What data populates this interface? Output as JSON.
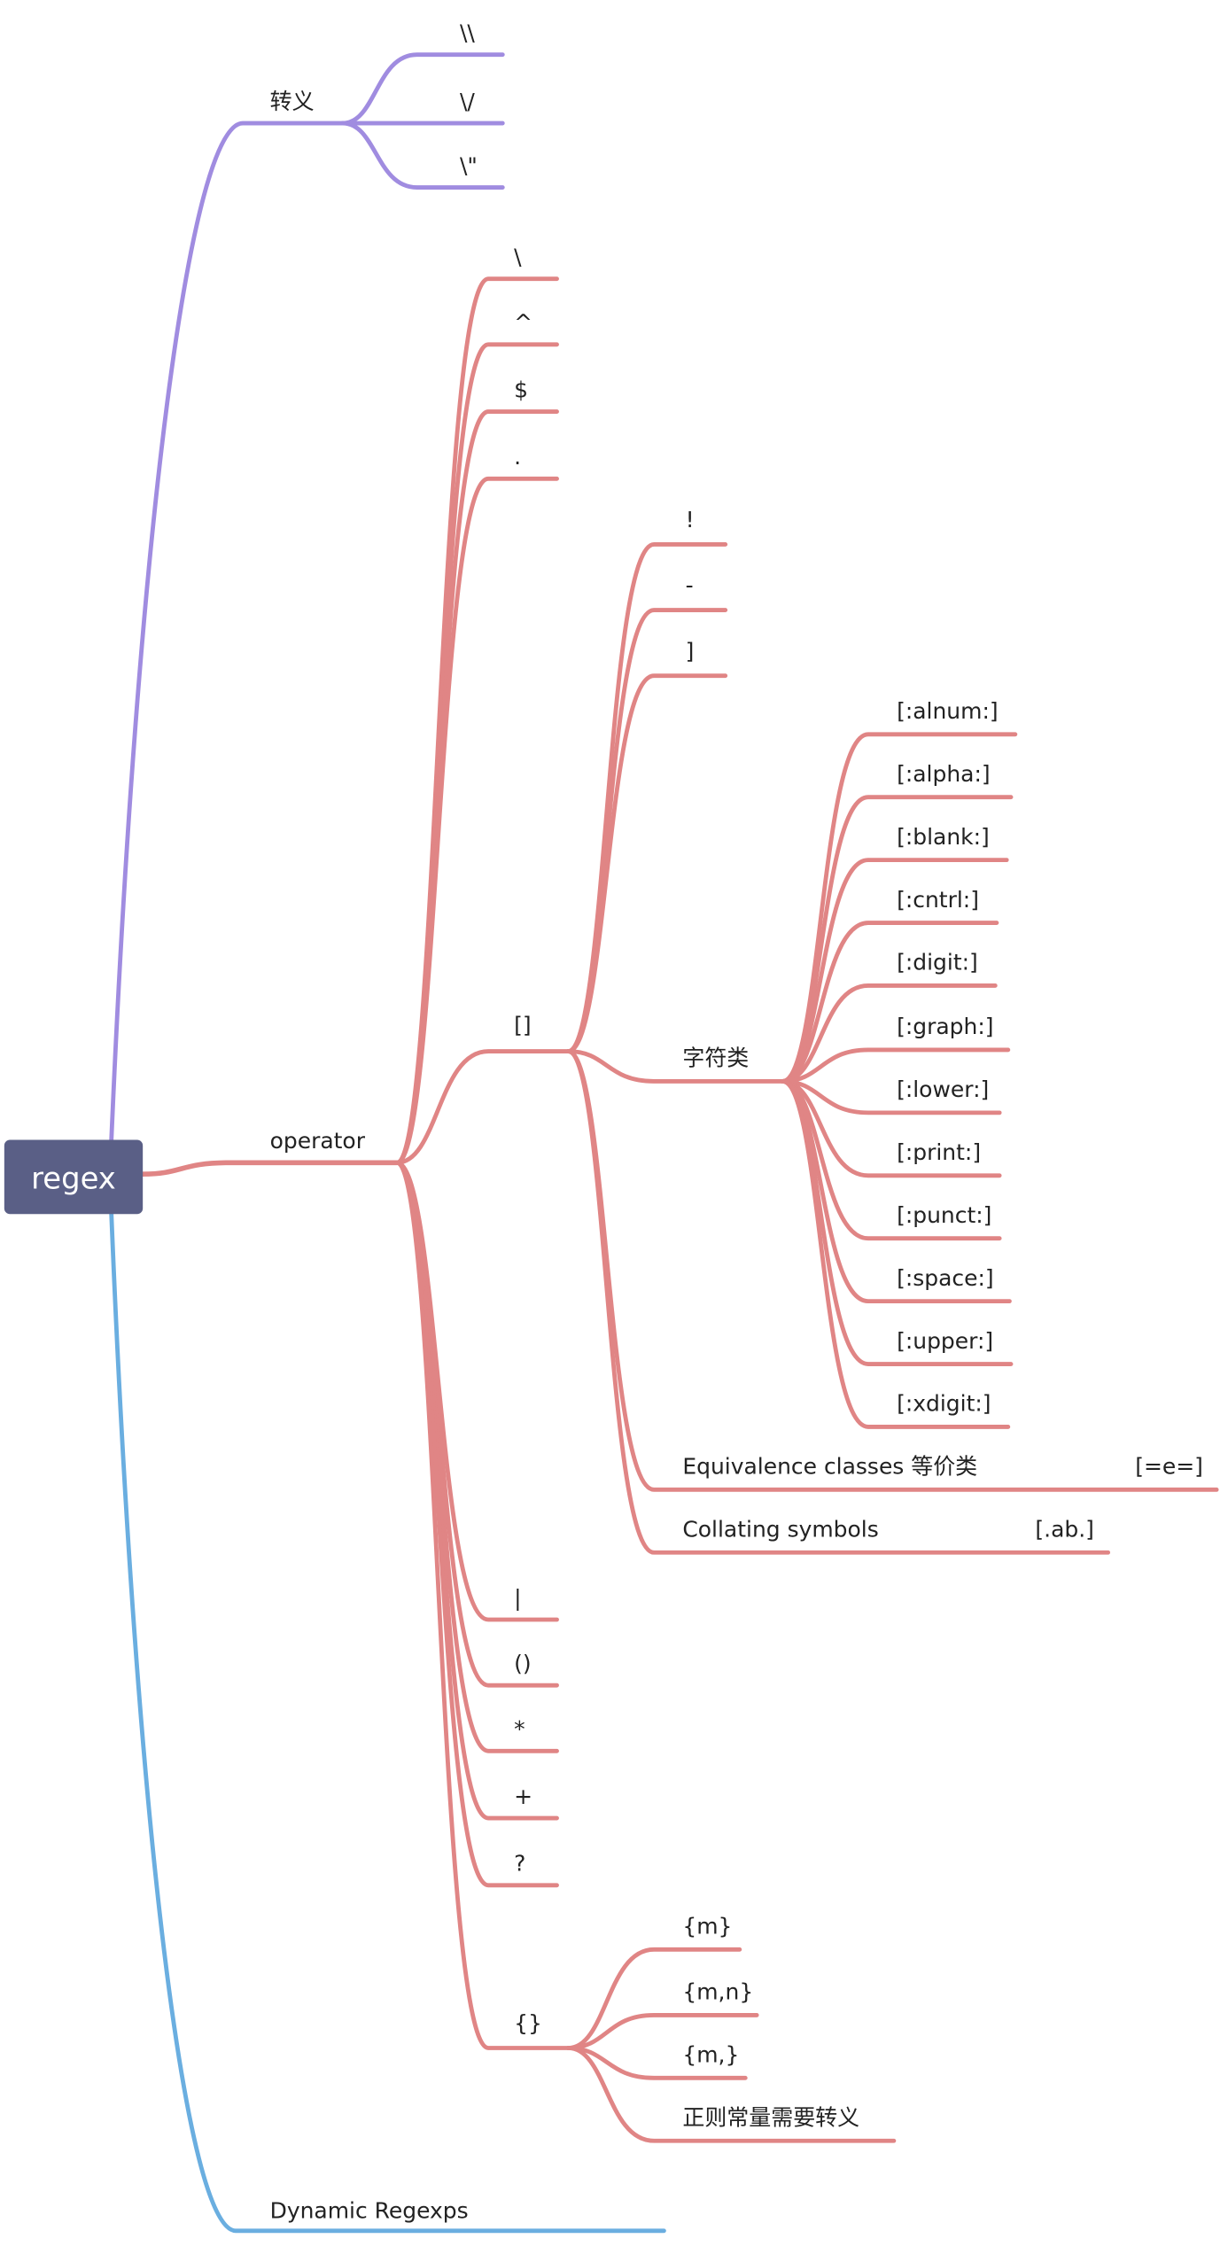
{
  "colors": {
    "root": "#5a5f86",
    "escape_branch": "#a08ce0",
    "operator_branch": "#e08585",
    "dynamic_branch": "#6aaee0"
  },
  "root": {
    "label": "regex"
  },
  "escape": {
    "label": "转义",
    "children": [
      "\\\\",
      "\\/",
      "\\\""
    ]
  },
  "operator": {
    "label": "operator",
    "anchors": [
      "\\",
      "^",
      "$",
      "."
    ],
    "bracket": {
      "label": "[]",
      "specials": [
        "!",
        "-",
        "]"
      ],
      "char_class": {
        "label": "字符类",
        "children": [
          "[:alnum:]",
          "[:alpha:]",
          "[:blank:]",
          "[:cntrl:]",
          "[:digit:]",
          "[:graph:]",
          "[:lower:]",
          "[:print:]",
          "[:punct:]",
          "[:space:]",
          "[:upper:]",
          "[:xdigit:]"
        ]
      },
      "equivalence": {
        "label": "Equivalence classes 等价类",
        "example": "[=e=]"
      },
      "collating": {
        "label": "Collating symbols",
        "example": "[.ab.]"
      }
    },
    "others": [
      "|",
      "()",
      "*",
      "+",
      "?"
    ],
    "braces": {
      "label": "{}",
      "children": [
        "{m}",
        "{m,n}",
        "{m,}",
        "正则常量需要转义"
      ]
    }
  },
  "dynamic": {
    "label": "Dynamic Regexps"
  }
}
